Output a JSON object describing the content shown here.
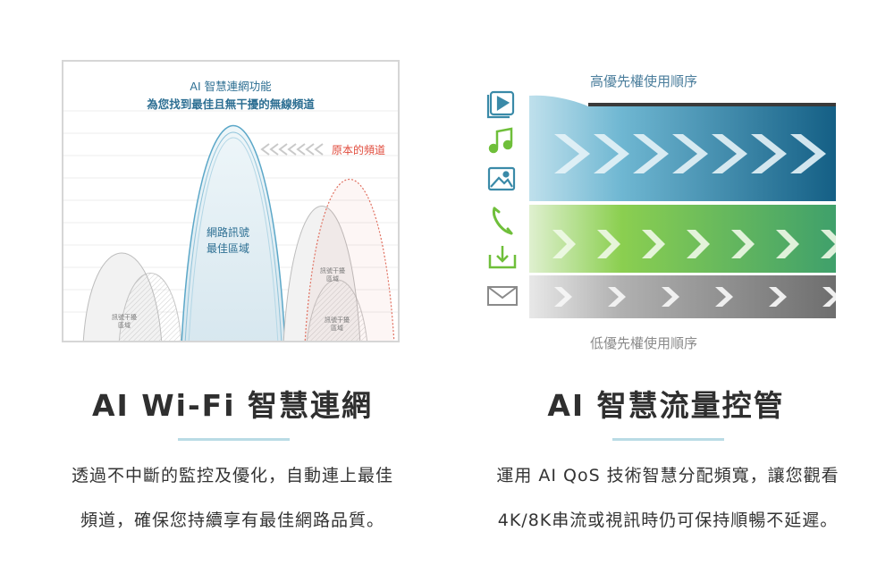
{
  "left_panel": {
    "caption_line1": "AI 智慧連網功能",
    "caption_line2": "為您找到最佳且無干擾的無線頻道",
    "original_channel": "原本的頻道",
    "best_zone_line1": "網路訊號",
    "best_zone_line2": "最佳區域",
    "interference_label": "訊號干擾區域",
    "colors": {
      "accent_blue": "#2d6f93",
      "red": "#e04b3c"
    }
  },
  "right_panel": {
    "high_priority": "高優先權使用順序",
    "low_priority": "低優先權使用順序",
    "icons": [
      "video-play-icon",
      "music-note-icon",
      "image-icon",
      "phone-icon",
      "download-icon",
      "mail-icon"
    ],
    "colors": {
      "blue": "#1d6f96",
      "green": "#6fbf3a",
      "gray": "#808080",
      "icon_teal": "#3a8aa8"
    }
  },
  "sections": [
    {
      "title": "AI Wi-Fi 智慧連網",
      "desc_line1": "透過不中斷的監控及優化，自動連上最佳",
      "desc_line2": "頻道，確保您持續享有最佳網路品質。"
    },
    {
      "title": "AI 智慧流量控管",
      "desc_line1": "運用 AI QoS 技術智慧分配頻寬，讓您觀看",
      "desc_line2": "4K/8K串流或視訊時仍可保持順暢不延遲。"
    }
  ]
}
